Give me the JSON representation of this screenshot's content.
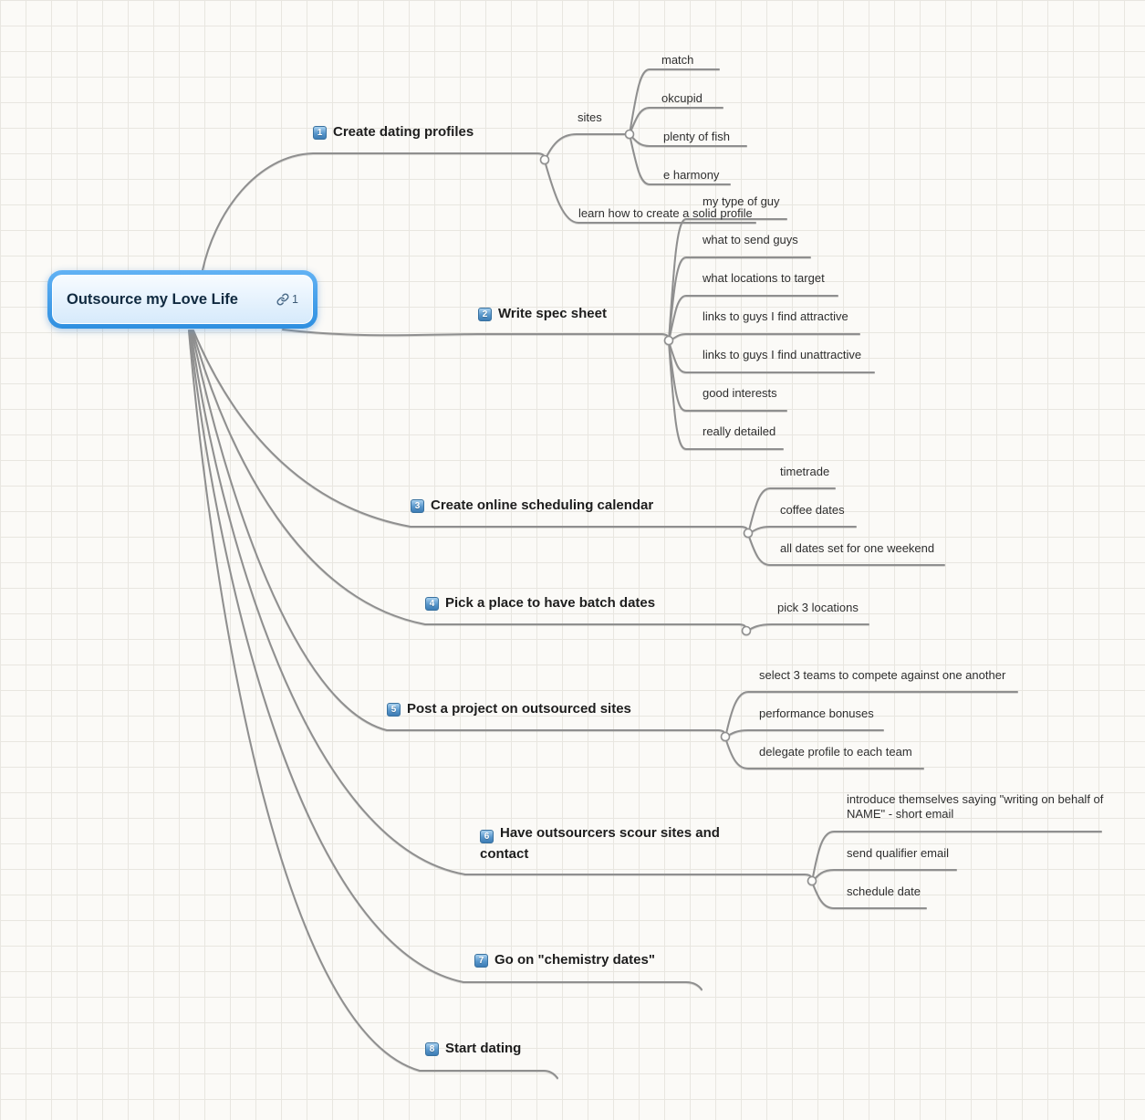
{
  "root": {
    "label": "Outsource my Love Life",
    "links_count": "1"
  },
  "branches": [
    {
      "number": "1",
      "label": "Create dating profiles",
      "children": [
        {
          "label": "sites",
          "children": [
            {
              "label": "match"
            },
            {
              "label": "okcupid"
            },
            {
              "label": "plenty of fish"
            },
            {
              "label": "e harmony"
            }
          ]
        },
        {
          "label": "learn how to create a solid profile"
        }
      ]
    },
    {
      "number": "2",
      "label": "Write spec sheet",
      "children": [
        {
          "label": "my type of guy"
        },
        {
          "label": "what to send guys"
        },
        {
          "label": "what locations to target"
        },
        {
          "label": "links to guys I find attractive"
        },
        {
          "label": "links to guys I find unattractive"
        },
        {
          "label": "good interests"
        },
        {
          "label": "really detailed"
        }
      ]
    },
    {
      "number": "3",
      "label": "Create online scheduling calendar",
      "children": [
        {
          "label": "timetrade"
        },
        {
          "label": "coffee dates"
        },
        {
          "label": "all dates set for one weekend"
        }
      ]
    },
    {
      "number": "4",
      "label": "Pick a place to have batch dates",
      "children": [
        {
          "label": "pick 3 locations"
        }
      ]
    },
    {
      "number": "5",
      "label": "Post a project on outsourced sites",
      "children": [
        {
          "label": "select 3 teams to compete against one another"
        },
        {
          "label": "performance bonuses"
        },
        {
          "label": "delegate profile to each team"
        }
      ]
    },
    {
      "number": "6",
      "label": "Have outsourcers scour sites and contact",
      "children": [
        {
          "label": "introduce themselves saying \"writing on behalf of NAME\" - short email"
        },
        {
          "label": "send qualifier email"
        },
        {
          "label": "schedule date"
        }
      ]
    },
    {
      "number": "7",
      "label": "Go on \"chemistry dates\"",
      "children": []
    },
    {
      "number": "8",
      "label": "Start dating",
      "children": []
    }
  ],
  "colors": {
    "root_accent": "#42a4f5",
    "badge_blue": "#4a8fc7",
    "line_gray": "#8f8f8f"
  }
}
